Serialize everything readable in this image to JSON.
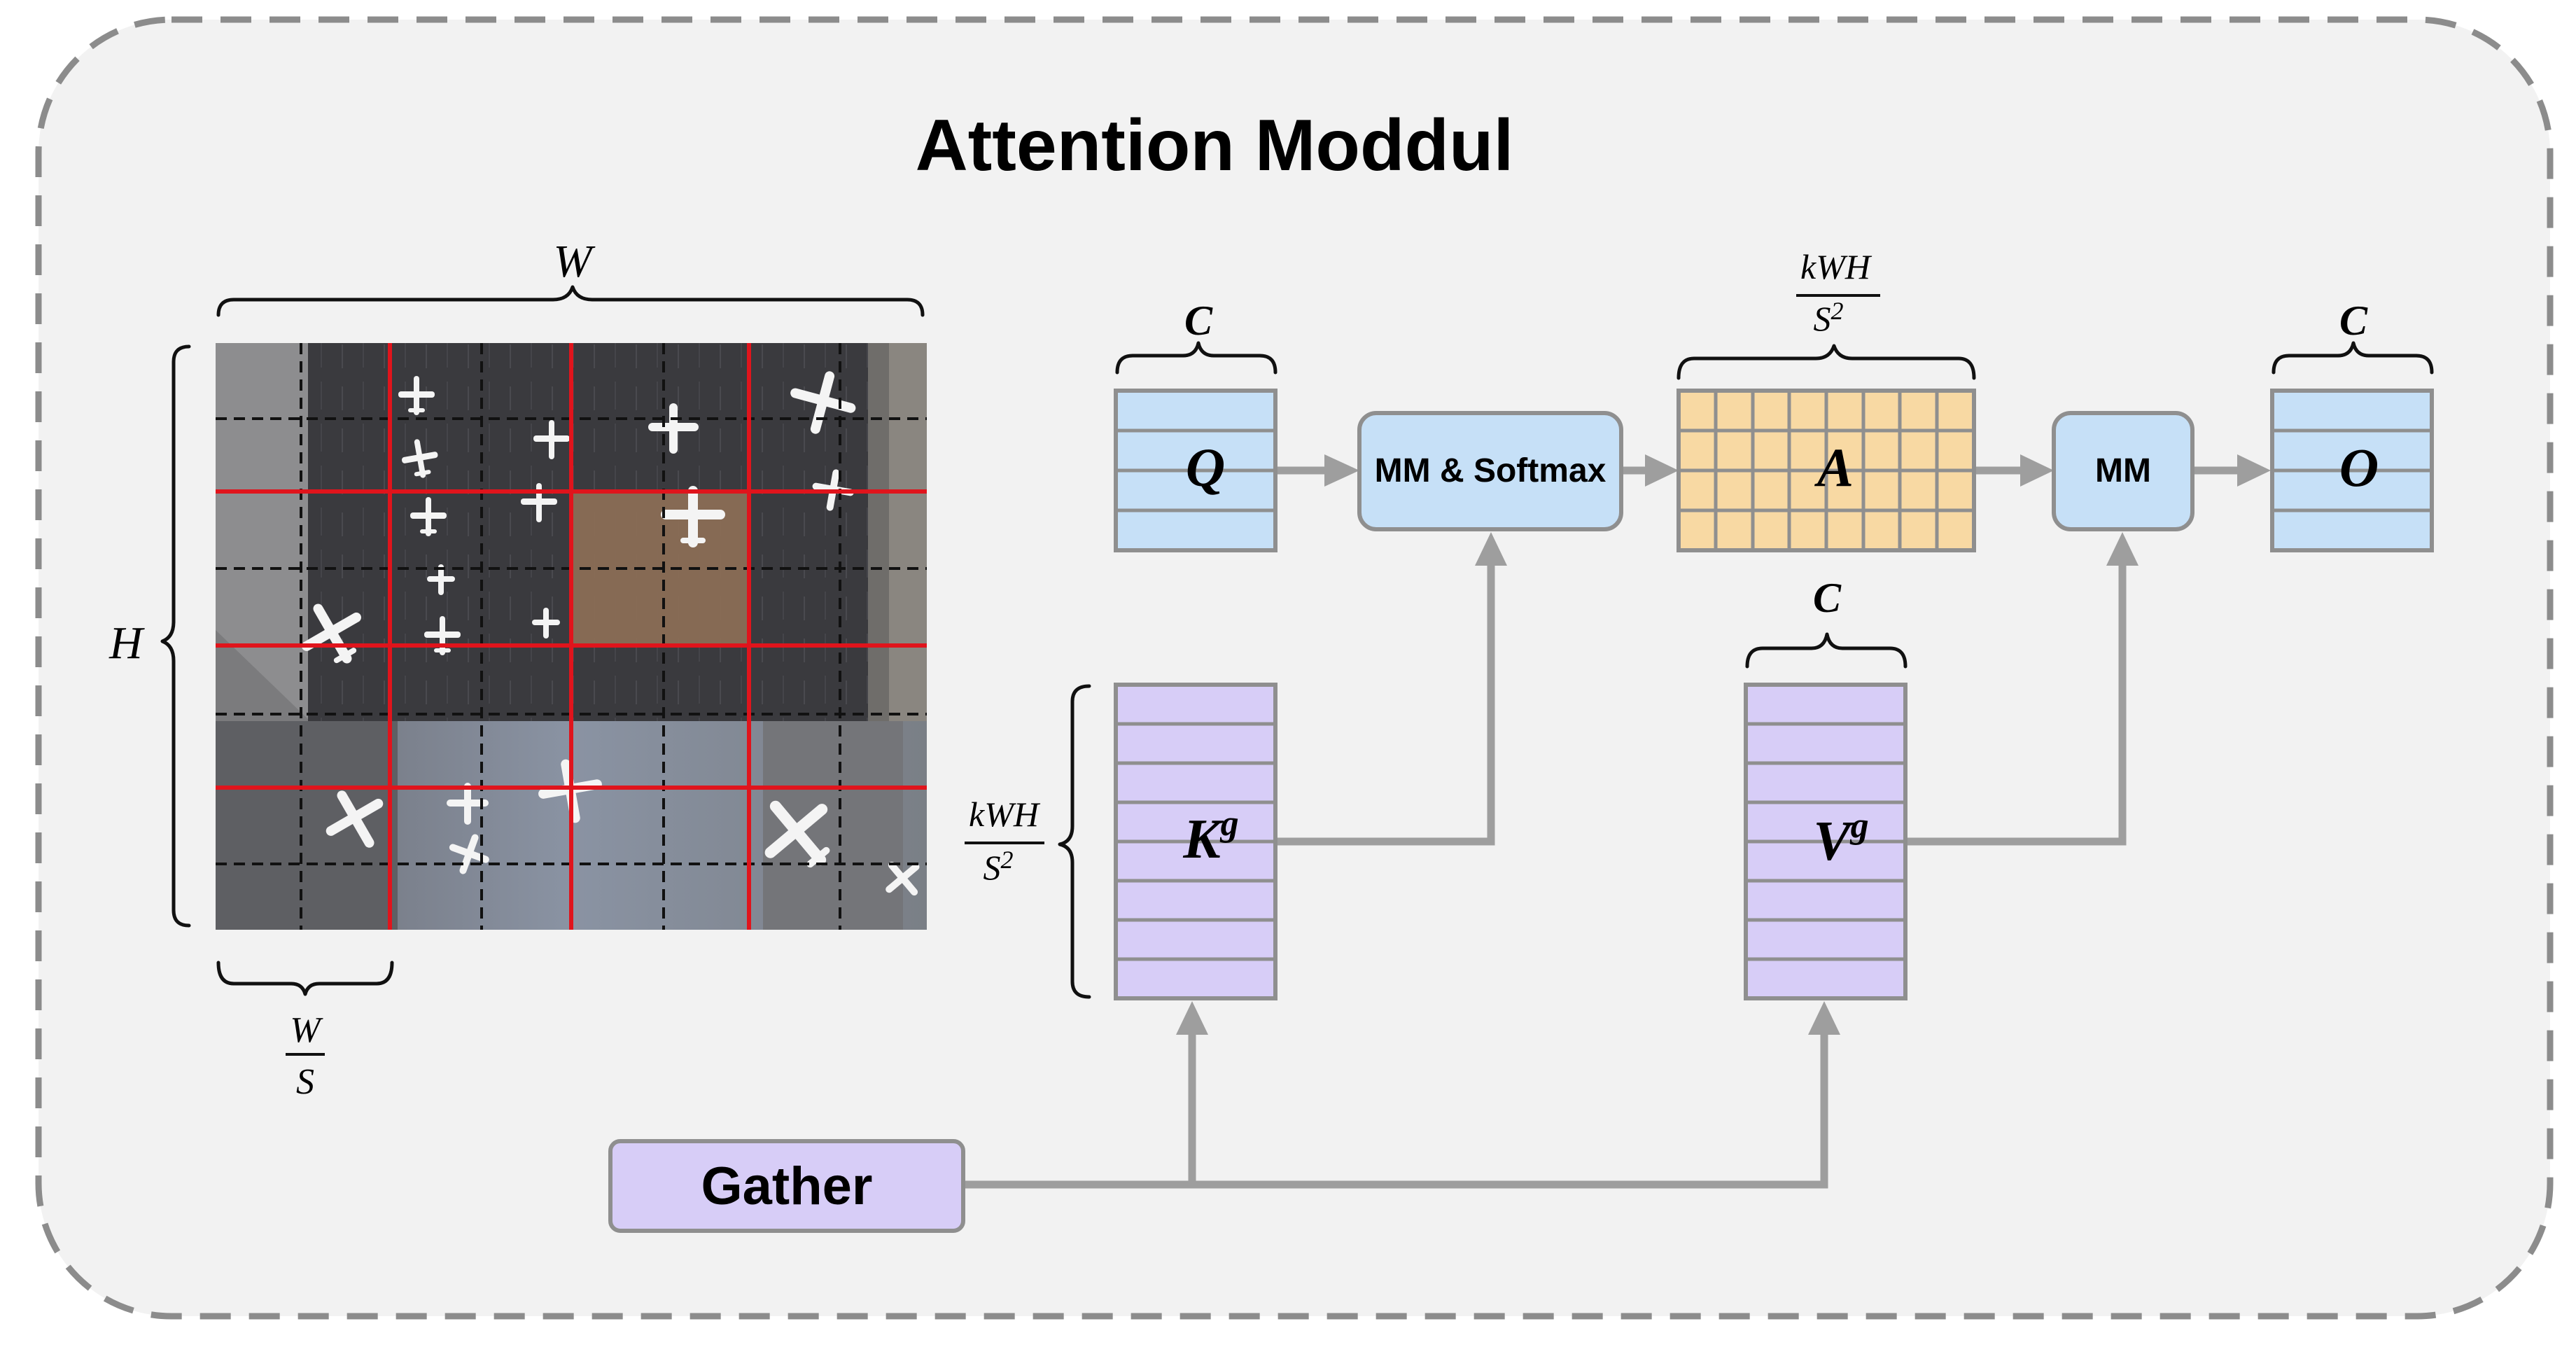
{
  "title": "Attention Moddul",
  "colors": {
    "panel_bg": "#f2f2f2",
    "panel_border": "#8c8c8c",
    "blue": "#c6e0f7",
    "purple": "#d7cdf7",
    "orange": "#f8d9a3",
    "box_border": "#8f8f8f",
    "arrow": "#9e9e9e",
    "grid_red": "#e0141c",
    "grid_black": "#111111"
  },
  "image_panel": {
    "width_label": "W",
    "height_label": "H",
    "cell_label_num": "W",
    "cell_label_den": "S",
    "highlighted_cell": {
      "row": 1,
      "col": 2
    },
    "grid_rows": 4,
    "grid_cols": 4
  },
  "q_block": {
    "label": "Q",
    "rows": 4,
    "dim_label": "C"
  },
  "k_block": {
    "label": "K",
    "sup": "g",
    "rows": 8,
    "dim_num": "kWH",
    "dim_den": "S",
    "dim_den_sup": "2"
  },
  "v_block": {
    "label": "V",
    "sup": "g",
    "rows": 8,
    "dim_label": "C"
  },
  "a_block": {
    "label": "A",
    "rows": 4,
    "cols": 8,
    "dim_num": "kWH",
    "dim_den": "S",
    "dim_den_sup": "2"
  },
  "o_block": {
    "label": "O",
    "rows": 4,
    "dim_label": "C"
  },
  "mm_softmax": {
    "label": "MM & Softmax"
  },
  "mm": {
    "label": "MM"
  },
  "gather": {
    "label": "Gather"
  }
}
